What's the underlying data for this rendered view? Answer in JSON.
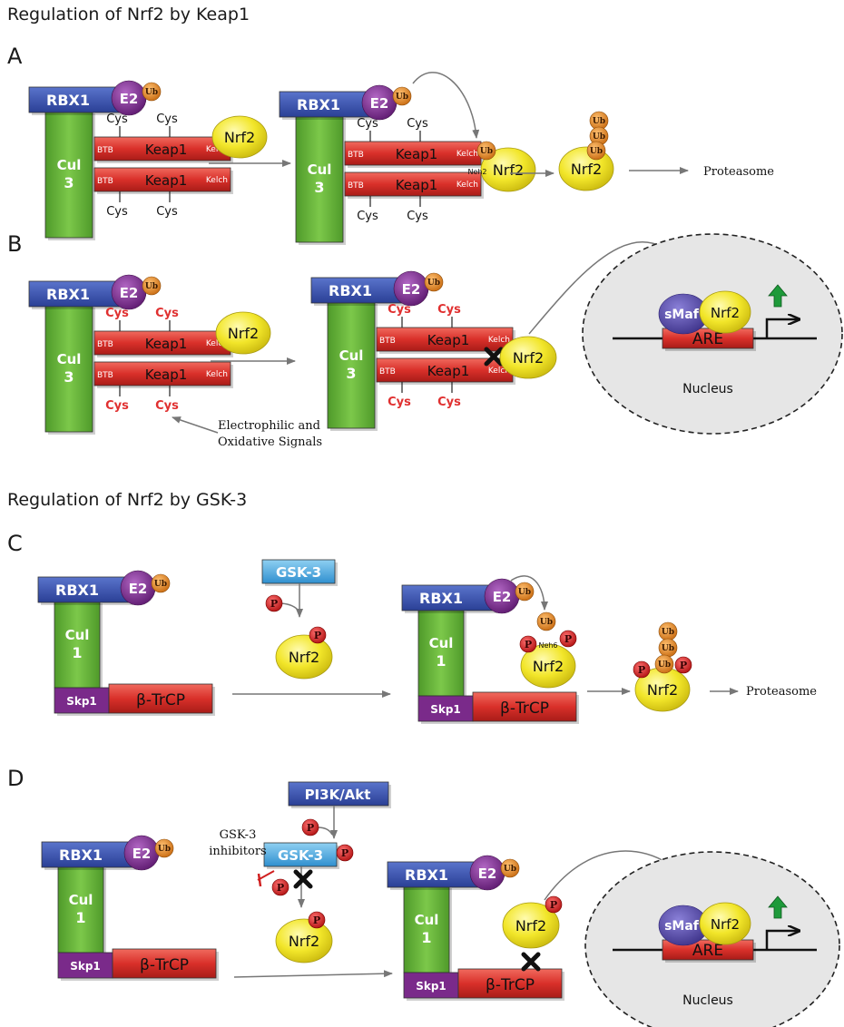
{
  "titles": {
    "keap1": "Regulation of Nrf2 by Keap1",
    "gsk3": "Regulation of Nrf2 by GSK-3"
  },
  "panels": {
    "a": "A",
    "b": "B",
    "c": "C",
    "d": "D"
  },
  "labels": {
    "rbx1": "RBX1",
    "e2": "E2",
    "ub": "Ub",
    "cul3_line1": "Cul",
    "cul3_line2": "3",
    "cul1_line1": "Cul",
    "cul1_line2": "1",
    "keap1": "Keap1",
    "btb": "BTB",
    "kelch": "Kelch",
    "cys": "Cys",
    "nrf2": "Nrf2",
    "neh2": "Neh2",
    "neh6": "Neh6",
    "proteasome": "Proteasome",
    "smaf": "sMaf",
    "are": "ARE",
    "nucleus": "Nucleus",
    "signals_line1": "Electrophilic and",
    "signals_line2": "Oxidative Signals",
    "gsk3": "GSK-3",
    "p": "P",
    "skp1": "Skp1",
    "btrcp": "β-TrCP",
    "pi3k": "PI3K/Akt",
    "inhib_line1": "GSK-3",
    "inhib_line2": "inhibitors"
  },
  "colors": {
    "rbx1": "#3b55b0",
    "e2": "#7b2a8a",
    "ub": "#e07a1e",
    "cul": "#6ab43a",
    "keap1": "#d9302a",
    "nrf2": "#f0e62a",
    "smaf": "#5a4fa8",
    "gsk3": "#4aa8e0",
    "pi3k": "#27338a",
    "skp1": "#7a2a8a",
    "phospho": "#d42020",
    "nucleus": "#e6e6e6"
  }
}
